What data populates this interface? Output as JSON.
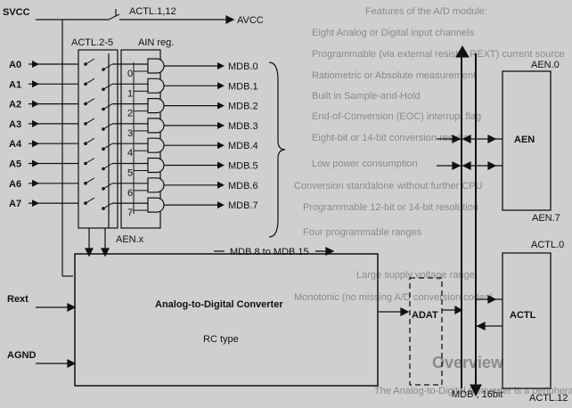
{
  "background_color": "#cfcfcf",
  "line_color": "#111111",
  "supply": {
    "svcc": "SVCC",
    "avcc": "AVCC",
    "switch_label": "ACTL.1,12"
  },
  "mux": {
    "label": "ACTL.2-5",
    "select_label": "AEN.x"
  },
  "ain_reg": {
    "label": "AIN reg.",
    "bits": [
      "0",
      "1",
      "2",
      "3",
      "4",
      "5",
      "6",
      "7"
    ]
  },
  "inputs": [
    "A0",
    "A1",
    "A2",
    "A3",
    "A4",
    "A5",
    "A6",
    "A7"
  ],
  "mdb_outputs": [
    "MDB.0",
    "MDB.1",
    "MDB.2",
    "MDB.3",
    "MDB.4",
    "MDB.5",
    "MDB.6",
    "MDB.7"
  ],
  "mdb_upper": "MDB.8 to MDB.15",
  "adc": {
    "title": "Analog-to-Digital Converter",
    "subtitle": "RC type",
    "rext": "Rext",
    "agnd": "AGND"
  },
  "registers": {
    "aen": {
      "name": "AEN",
      "top_bit": "AEN.0",
      "bottom_bit": "AEN.7"
    },
    "adat": {
      "name": "ADAT"
    },
    "actl": {
      "name": "ACTL",
      "top_bit": "ACTL.0",
      "bottom_bit": "ACTL.12"
    }
  },
  "bus_label": "MDB , 16bit",
  "bleed_text": {
    "heading": "Features of the A/D module:",
    "bullets": [
      "Eight Analog or Digital input channels",
      "Programmable (via external resistor REXT) current source",
      "Ratiometric or Absolute measurement",
      "Built in Sample-and-Hold",
      "End-of-Conversion (EOC) interrupt flag",
      "Eight-bit or 14-bit conversion results",
      "Low power consumption",
      "Conversion standalone without further CPU",
      "Programmable 12-bit or 14-bit resolution",
      "Four programmable ranges",
      "Large supply voltage range",
      "Monotonic (no missing A/D conversion codes)"
    ],
    "section": "Overview",
    "body": "The Analog-to-Digital Converter is a peripheral module, accessed by word"
  }
}
